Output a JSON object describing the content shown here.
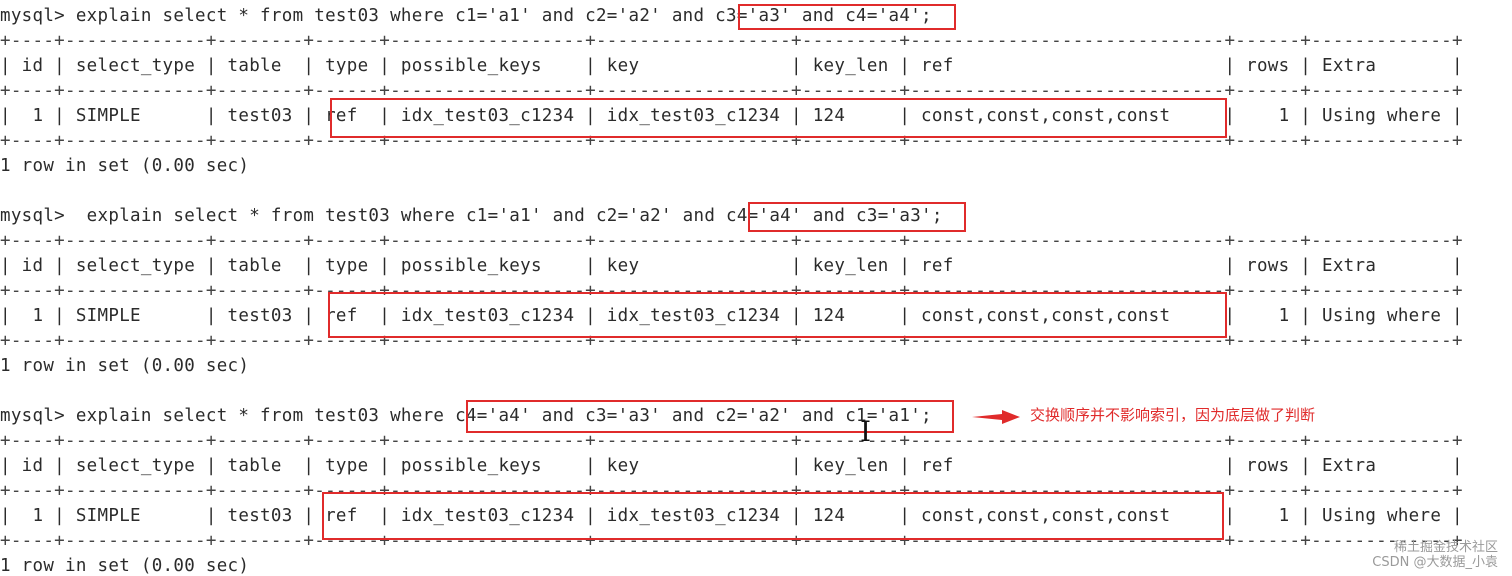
{
  "blocks": [
    {
      "command": "mysql> explain select * from test03 where c1='a1' and c2='a2' and c3='a3' and c4='a4';",
      "separator": "+----+-------------+--------+------+------------------+------------------+---------+-----------------------------+------+-------------+",
      "header": "| id | select_type | table  | type | possible_keys    | key              | key_len | ref                         | rows | Extra       |",
      "row": "|  1 | SIMPLE      | test03 | ref  | idx_test03_c1234 | idx_test03_c1234 | 124     | const,const,const,const     |    1 | Using where |",
      "summary": "1 row in set (0.00 sec)"
    },
    {
      "command": "mysql>  explain select * from test03 where c1='a1' and c2='a2' and c4='a4' and c3='a3';",
      "separator": "+----+-------------+--------+------+------------------+------------------+---------+-----------------------------+------+-------------+",
      "header": "| id | select_type | table  | type | possible_keys    | key              | key_len | ref                         | rows | Extra       |",
      "row": "|  1 | SIMPLE      | test03 | ref  | idx_test03_c1234 | idx_test03_c1234 | 124     | const,const,const,const     |    1 | Using where |",
      "summary": "1 row in set (0.00 sec)"
    },
    {
      "command": "mysql> explain select * from test03 where c4='a4' and c3='a3' and c2='a2' and c1='a1';",
      "separator": "+----+-------------+--------+------+------------------+------------------+---------+-----------------------------+------+-------------+",
      "header": "| id | select_type | table  | type | possible_keys    | key              | key_len | ref                         | rows | Extra       |",
      "row": "|  1 | SIMPLE      | test03 | ref  | idx_test03_c1234 | idx_test03_c1234 | 124     | const,const,const,const     |    1 | Using where |",
      "summary": "1 row in set (0.00 sec)"
    }
  ],
  "annotation": {
    "note": "交换顺序并不影响索引，因为底层做了判断",
    "arrow_color": "#e02b2b"
  },
  "watermark": "稀土掘金技术社区\nCSDN @大数据_小袁",
  "colors": {
    "highlight": "#e02b2b",
    "text": "#2b2b2b",
    "background": "#ffffff"
  }
}
